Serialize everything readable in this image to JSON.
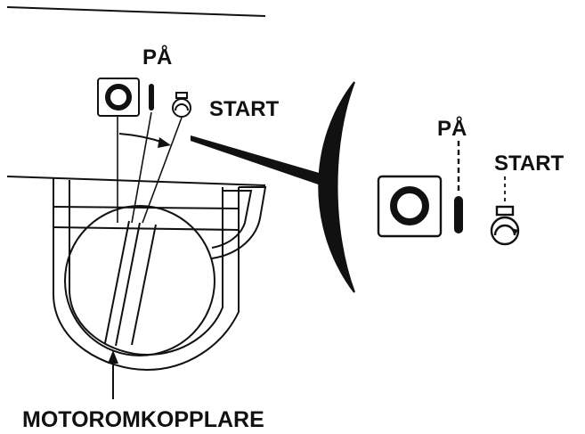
{
  "labels": {
    "on_small": "PÅ",
    "start_small": "START",
    "on_large": "PÅ",
    "start_large": "START",
    "switch_name": "MOTOROMKOPPLARE"
  },
  "colors": {
    "ink": "#111111",
    "paper": "#ffffff"
  },
  "icons": {
    "off_position": "ring-in-square-icon",
    "on_position": "vertical-bar-icon",
    "start_position": "key-start-icon"
  }
}
